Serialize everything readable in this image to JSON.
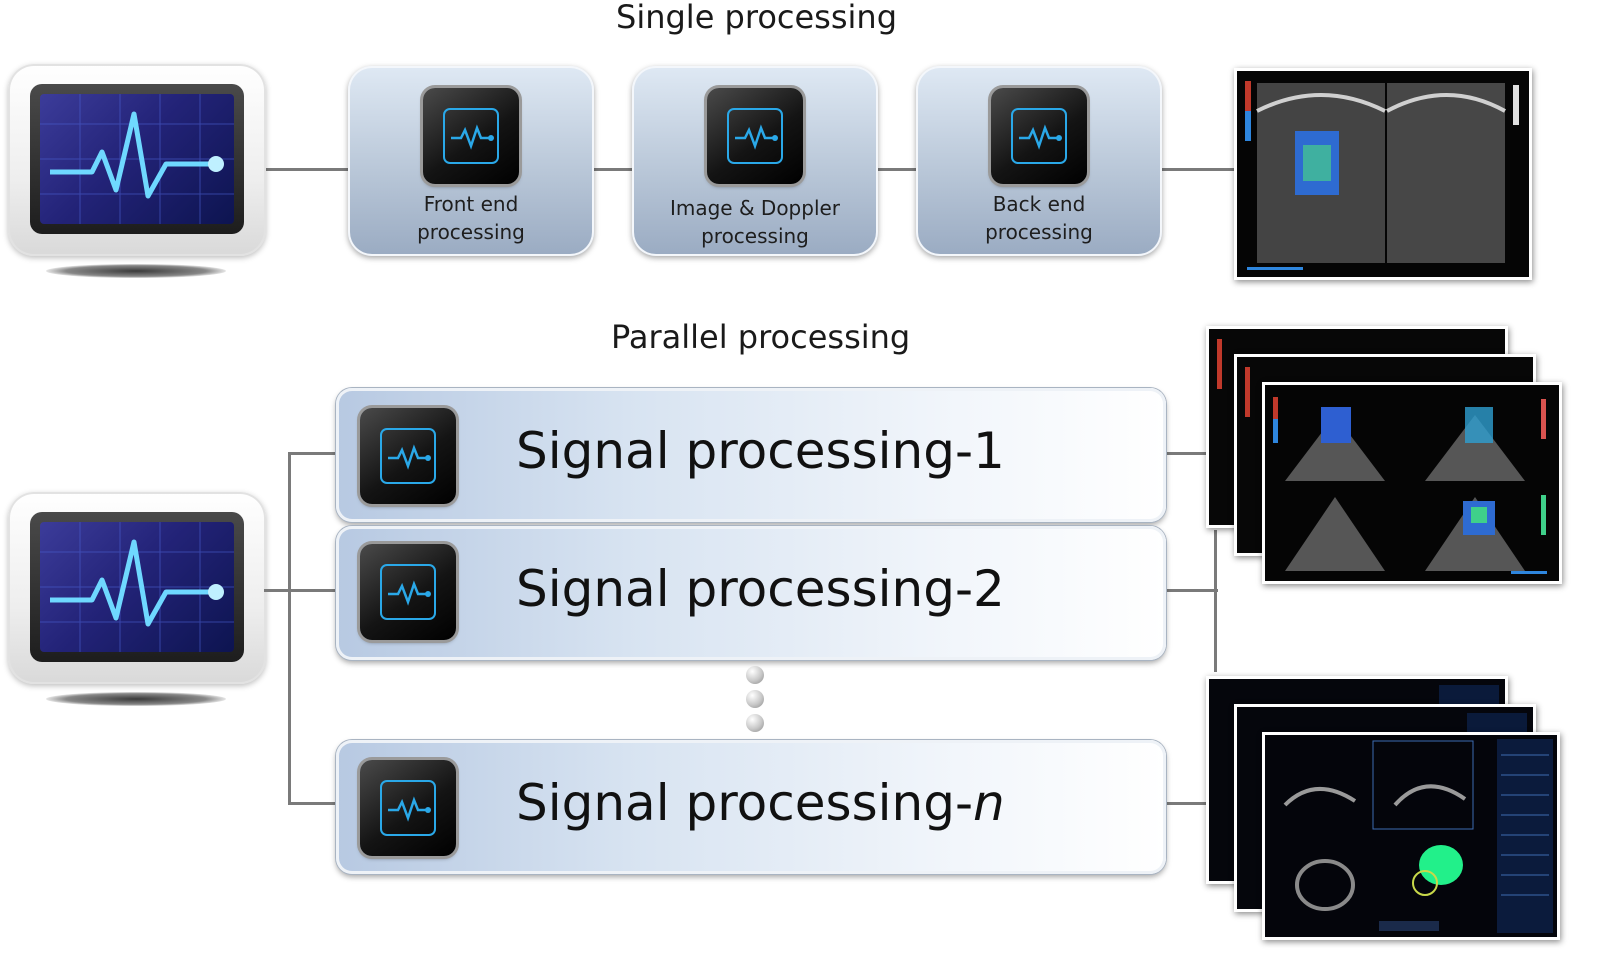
{
  "single": {
    "title": "Single processing",
    "boxes": [
      {
        "label": "Front end\nprocessing"
      },
      {
        "label": "Image & Doppler\nprocessing"
      },
      {
        "label": "Back end\nprocessing"
      }
    ]
  },
  "parallel": {
    "title": "Parallel processing",
    "bars": [
      {
        "prefix": "Signal processing-",
        "suffix": "1"
      },
      {
        "prefix": "Signal processing-",
        "suffix": "2"
      },
      {
        "prefix": "Signal processing-",
        "suffix": "n",
        "suffix_italic": true
      }
    ]
  },
  "icons": {
    "monitor": "heartbeat-monitor-icon",
    "chip": "processor-chip-icon",
    "output": "ultrasound-image"
  },
  "colors": {
    "accent": "#2aa8e8",
    "line": "#7a7a7a",
    "box": "#b9c7d8",
    "bar": "#d7e3f1"
  }
}
